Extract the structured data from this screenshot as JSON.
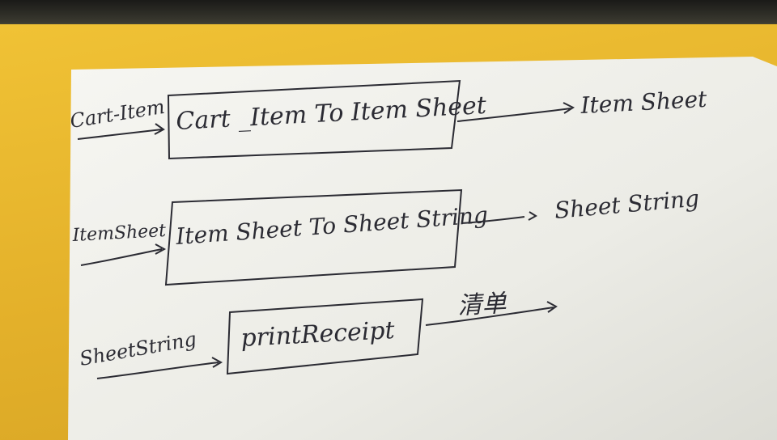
{
  "rows": [
    {
      "input": "Cart-Item",
      "box": "Cart _Item To Item Sheet",
      "output": "Item Sheet"
    },
    {
      "input": "ItemSheet",
      "box": "Item Sheet To Sheet String",
      "output": "Sheet String"
    },
    {
      "input": "SheetString",
      "box": "printReceipt",
      "output": "清单"
    }
  ],
  "colors": {
    "ink": "#2b2b33",
    "paper": "#f1f1ec",
    "desk": "#e6b62a"
  }
}
